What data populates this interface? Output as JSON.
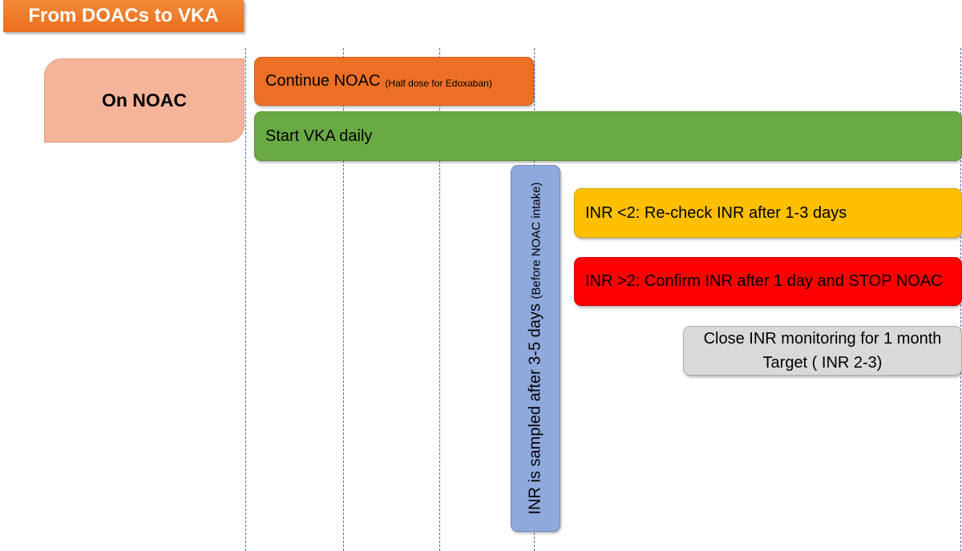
{
  "title": "From DOACs to VKA",
  "on_noac": "On NOAC",
  "continue_noac": {
    "main": "Continue NOAC",
    "note": "(Half dose for Edoxaban)"
  },
  "start_vka": "Start VKA daily",
  "inr_sampled": {
    "main": "INR is sampled after 3-5 days",
    "note": "(Before NOAC intake)"
  },
  "inr_low": "INR <2: Re-check INR after 1-3 days",
  "inr_high": "INR >2: Confirm INR after 1 day and STOP NOAC",
  "monitoring": {
    "line1": "Close INR monitoring for 1 month",
    "line2": "Target ( INR 2-3)"
  },
  "colors": {
    "title_orange": "#ea6f1c",
    "on_noac_salmon": "#f4b49a",
    "continue_orange": "#ed7026",
    "vka_green": "#6aaa45",
    "inr_yellow": "#fec000",
    "inr_red": "#fe0000",
    "sampled_blue": "#8fa9dc",
    "monitor_grey": "#d9d9d9",
    "timeline_dash": "#4a6fb8"
  }
}
